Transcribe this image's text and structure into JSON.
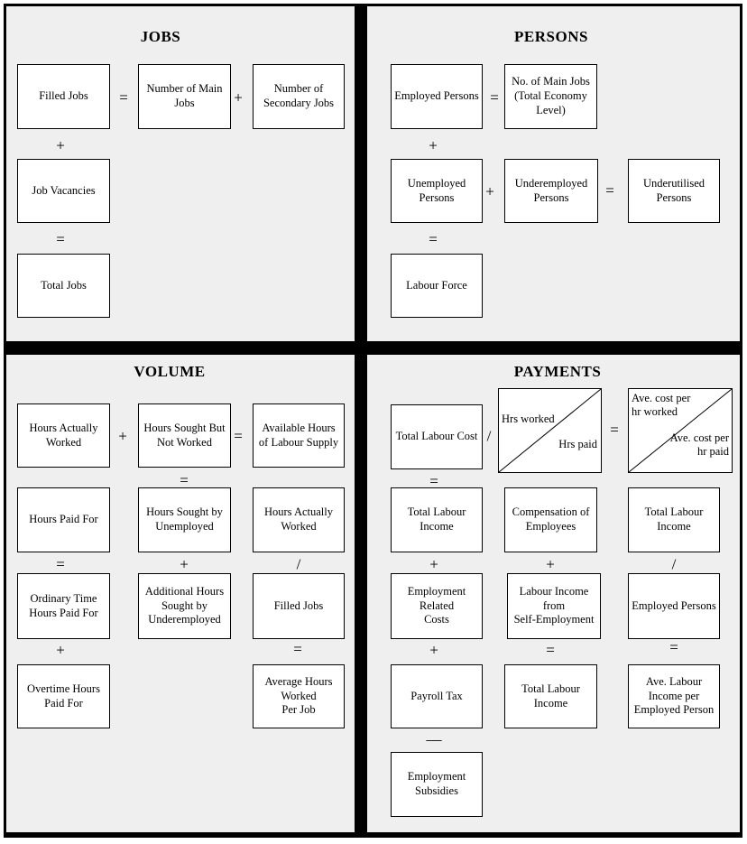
{
  "colors": {
    "panel_background": "#efefef",
    "box_fill": "#ffffff",
    "line_color": "#000000"
  },
  "jobs": {
    "title": "JOBS",
    "filled_jobs": "Filled Jobs",
    "eq_row1": "=",
    "number_of_main_jobs": "Number of Main\nJobs",
    "plus_row1": "+",
    "number_of_secondary_jobs": "Number of\nSecondary Jobs",
    "plus_col1": "+",
    "job_vacancies": "Job Vacancies",
    "eq_col1": "=",
    "total_jobs": "Total Jobs"
  },
  "persons": {
    "title": "PERSONS",
    "employed_persons": "Employed Persons",
    "eq_row1": "=",
    "no_of_main_jobs": "No. of Main Jobs\n(Total Economy\nLevel)",
    "plus_col1": "+",
    "unemployed_persons": "Unemployed\nPersons",
    "plus_row2": "+",
    "underemployed_persons": "Underemployed\nPersons",
    "eq_row2": "=",
    "underutilised_persons": "Underutilised\nPersons",
    "eq_col1": "=",
    "labour_force": "Labour Force"
  },
  "volume": {
    "title": "VOLUME",
    "hours_actually_worked": "Hours Actually\nWorked",
    "plus_row1": "+",
    "hours_sought_but_not_worked": "Hours Sought But\nNot Worked",
    "eq_row1": "=",
    "available_hours_of_labour_supply": "Available Hours\nof Labour Supply",
    "eq_col2": "=",
    "hours_paid_for": "Hours Paid For",
    "hours_sought_by_unemployed": "Hours Sought by\nUnemployed",
    "hours_actually_worked_2": "Hours Actually\nWorked",
    "eq_col1": "=",
    "plus_col2": "+",
    "div_col3": "/",
    "ordinary_time_hours_paid_for": "Ordinary Time\nHours Paid For",
    "additional_hours_sought_by_underemployed": "Additional Hours\nSought by\nUnderemployed",
    "filled_jobs": "Filled Jobs",
    "plus_col1b": "+",
    "eq_col3": "=",
    "overtime_hours_paid_for": "Overtime Hours\nPaid For",
    "average_hours_worked_per_job": "Average Hours\nWorked\nPer Job"
  },
  "payments": {
    "title": "PAYMENTS",
    "total_labour_cost": "Total Labour Cost",
    "div_row1": "/",
    "hrs_worked": "Hrs worked",
    "hrs_paid": "Hrs paid",
    "eq_row1": "=",
    "ave_cost_per_hr_worked": "Ave. cost per\nhr worked",
    "ave_cost_per_hr_paid": "Ave. cost per\nhr paid",
    "eq_col1": "=",
    "total_labour_income_1": "Total Labour\nIncome",
    "compensation_of_employees": "Compensation of\nEmployees",
    "total_labour_income_2": "Total Labour\nIncome",
    "plus_col1": "+",
    "plus_col2": "+",
    "div_col3": "/",
    "employment_related_costs": "Employment\nRelated\nCosts",
    "labour_income_from_self_employment": "Labour Income\nfrom\nSelf-Employment",
    "employed_persons": "Employed Persons",
    "plus_col1b": "+",
    "eq_col2": "=",
    "eq_col3": "=",
    "payroll_tax": "Payroll Tax",
    "total_labour_income_3": "Total Labour\nIncome",
    "ave_labour_income_per_employed_person": "Ave. Labour\nIncome per\nEmployed Person",
    "minus_col1": "—",
    "employment_subsidies": "Employment\nSubsidies"
  }
}
